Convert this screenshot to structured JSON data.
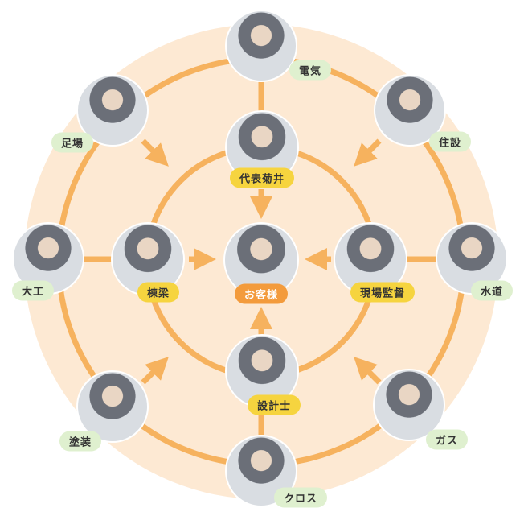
{
  "colors": {
    "disc": "#fde9d3",
    "ring": "#f6b25e",
    "yellow_label": "#f6d43f",
    "orange_label": "#f39b3c",
    "green_label": "#dff0cf"
  },
  "center": {
    "label": "お客様"
  },
  "inner": [
    {
      "id": "rep",
      "label": "代表菊井"
    },
    {
      "id": "toryo",
      "label": "棟梁"
    },
    {
      "id": "kantoku",
      "label": "現場監督"
    },
    {
      "id": "sekkei",
      "label": "設計士"
    }
  ],
  "outer": [
    {
      "id": "denki",
      "label": "電気"
    },
    {
      "id": "jusetsu",
      "label": "住設"
    },
    {
      "id": "suido",
      "label": "水道"
    },
    {
      "id": "gas",
      "label": "ガス"
    },
    {
      "id": "cross",
      "label": "クロス"
    },
    {
      "id": "toso",
      "label": "塗装"
    },
    {
      "id": "daiku",
      "label": "大工"
    },
    {
      "id": "ashiba",
      "label": "足場"
    }
  ]
}
